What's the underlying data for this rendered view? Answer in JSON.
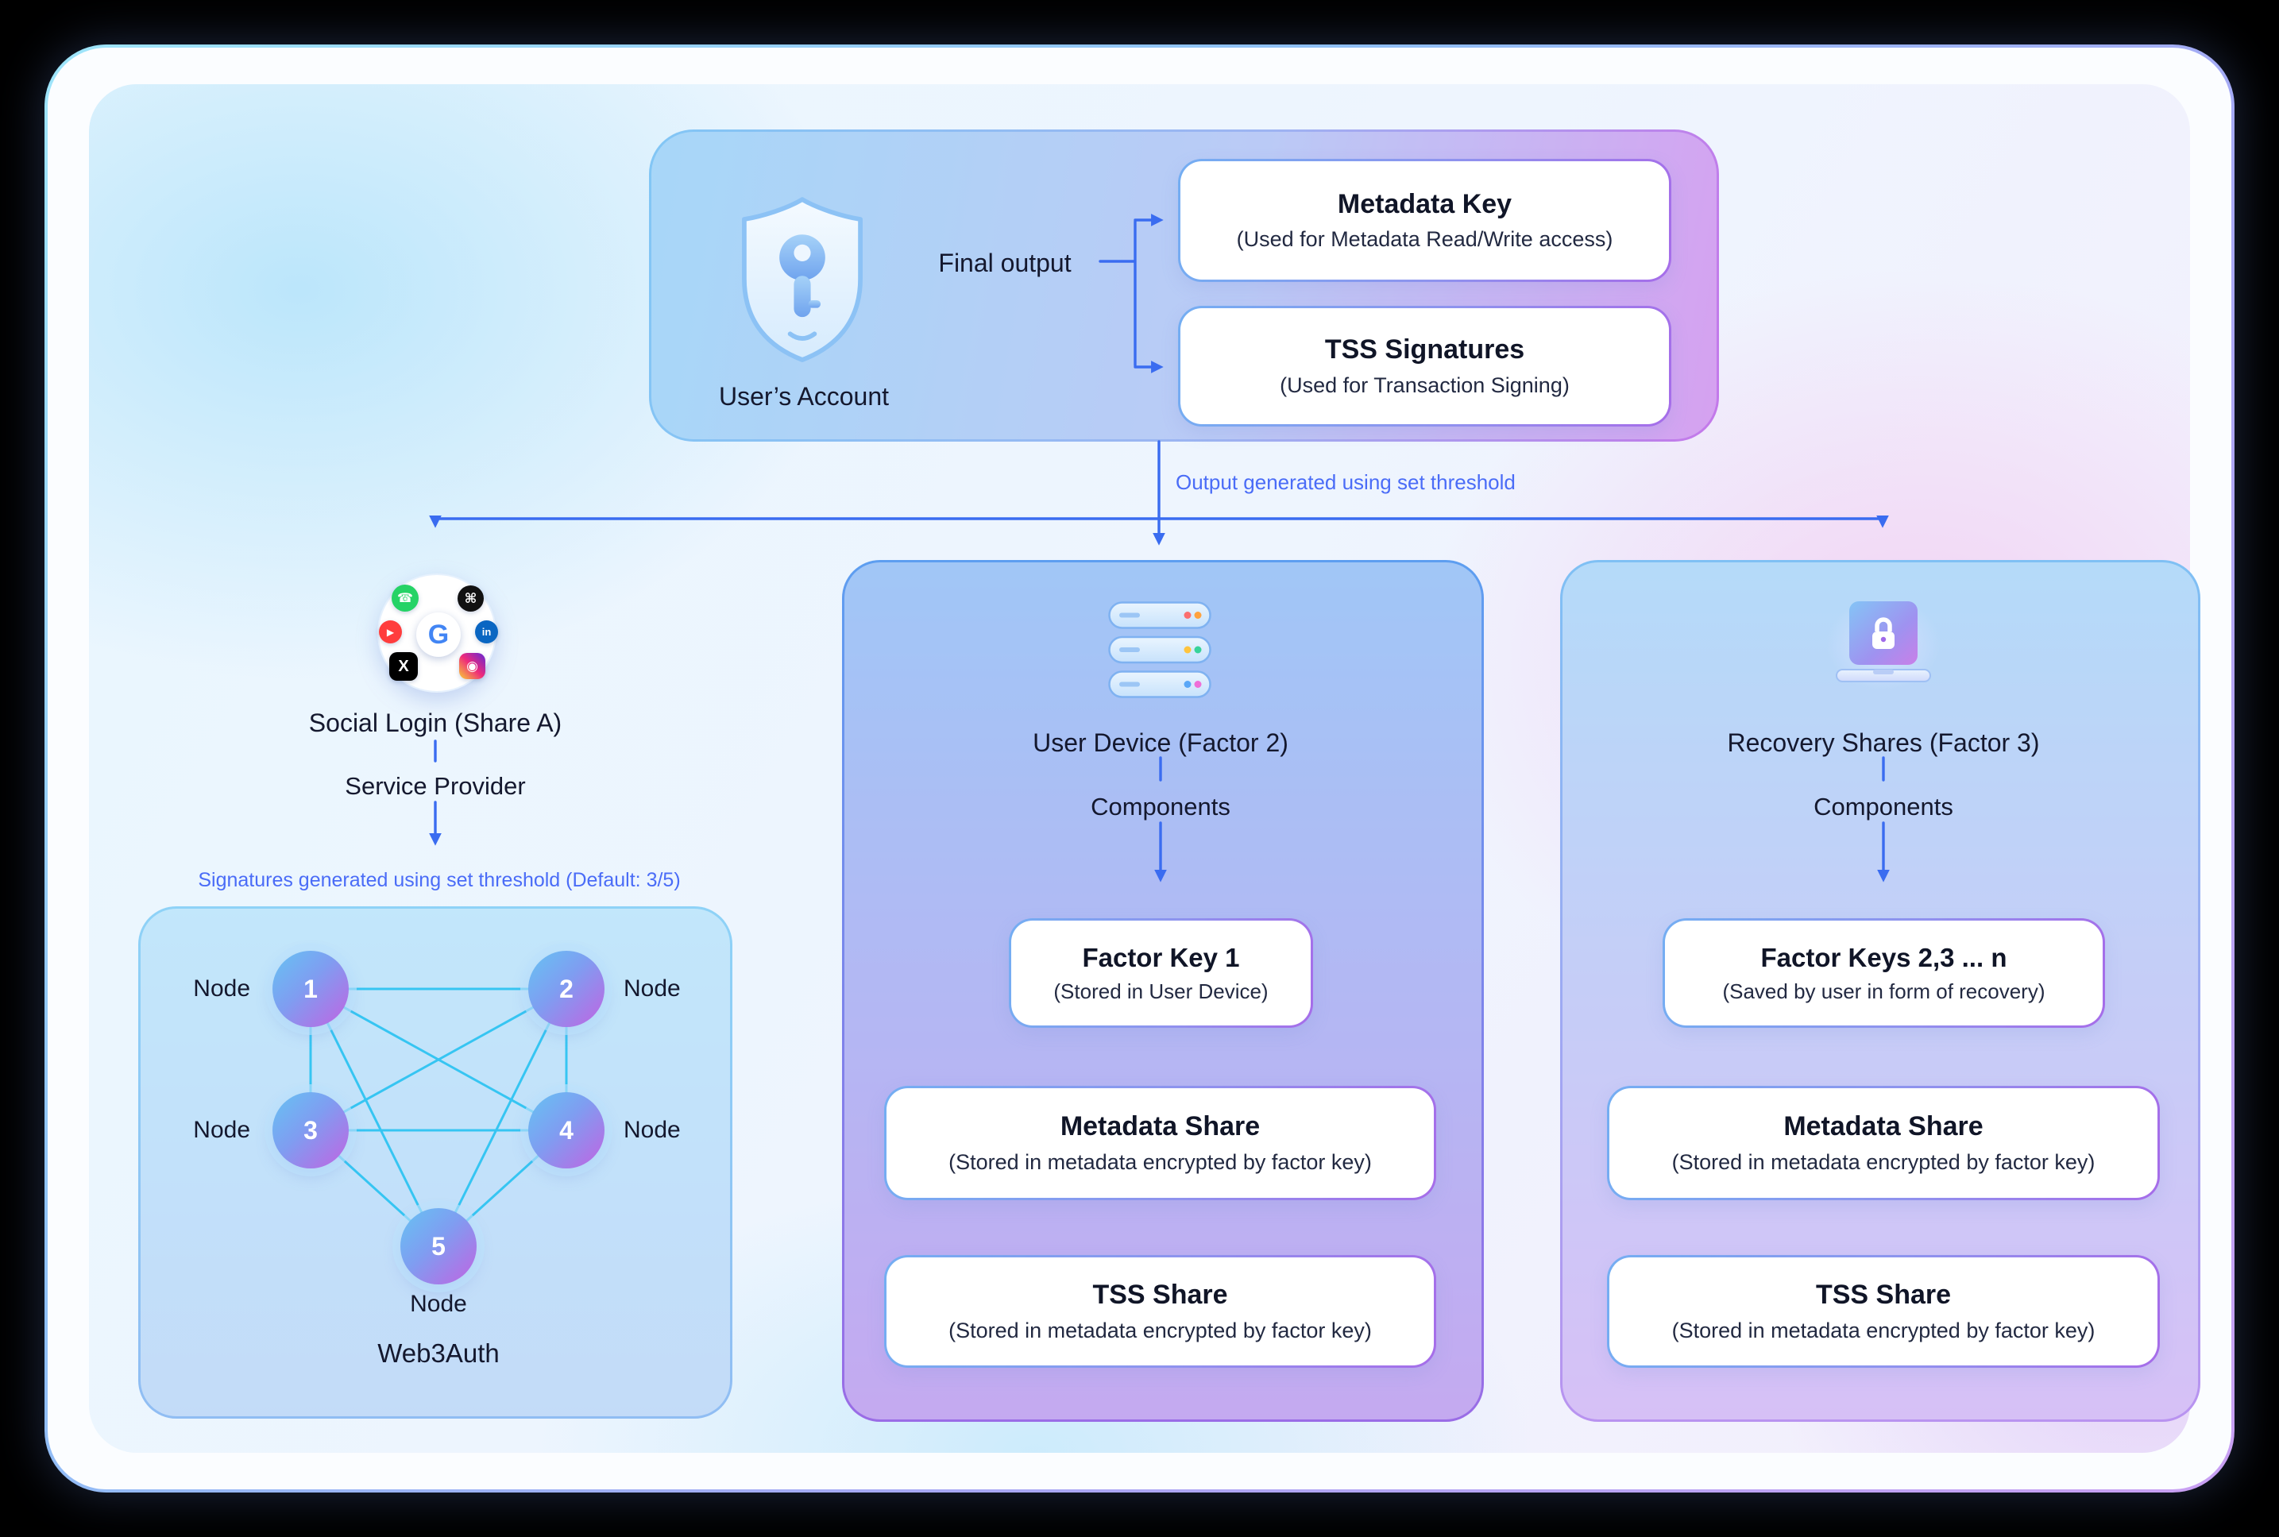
{
  "account": {
    "label": "User’s Account",
    "final_output_label": "Final output",
    "outputs": [
      {
        "title": "Metadata Key",
        "subtitle": "(Used for Metadata Read/Write access)"
      },
      {
        "title": "TSS Signatures",
        "subtitle": "(Used for Transaction Signing)"
      }
    ]
  },
  "output_threshold_label": "Output generated using set threshold",
  "branches": {
    "social": {
      "title": "Social Login (Share A)",
      "subtitle": "Service Provider",
      "threshold_label": "Signatures generated using set threshold (Default: 3/5)",
      "node_label": "Node",
      "nodes": [
        "1",
        "2",
        "3",
        "4",
        "5"
      ],
      "network_label": "Web3Auth"
    },
    "device": {
      "title": "User Device (Factor 2)",
      "components_label": "Components",
      "cards": [
        {
          "title": "Factor Key 1",
          "subtitle": "(Stored in User Device)"
        },
        {
          "title": "Metadata Share",
          "subtitle": "(Stored in metadata encrypted by factor key)"
        },
        {
          "title": "TSS Share",
          "subtitle": "(Stored in metadata encrypted by factor key)"
        }
      ]
    },
    "recovery": {
      "title": "Recovery Shares (Factor 3)",
      "components_label": "Components",
      "cards": [
        {
          "title": "Factor Keys 2,3 ... n",
          "subtitle": "(Saved by user in form of recovery)"
        },
        {
          "title": "Metadata Share",
          "subtitle": "(Stored in metadata encrypted by factor key)"
        },
        {
          "title": "TSS Share",
          "subtitle": "(Stored in metadata encrypted by factor key)"
        }
      ]
    }
  },
  "icons": {
    "google_glyph": "G",
    "x_glyph": "X",
    "instagram_glyph": "◉",
    "apple_glyph": "⌘",
    "phone_glyph": "☎",
    "play_glyph": "▶",
    "linkedin_glyph": "in"
  },
  "colors": {
    "background": "#000000",
    "arrow_blue": "#3a6cf0",
    "label_blue": "#4a6cf7",
    "network_line": "#2fc4f2",
    "card_border_start": "#74aef2",
    "card_border_end": "#a66de9",
    "title_text": "#101527",
    "subtitle_text": "#222941"
  }
}
